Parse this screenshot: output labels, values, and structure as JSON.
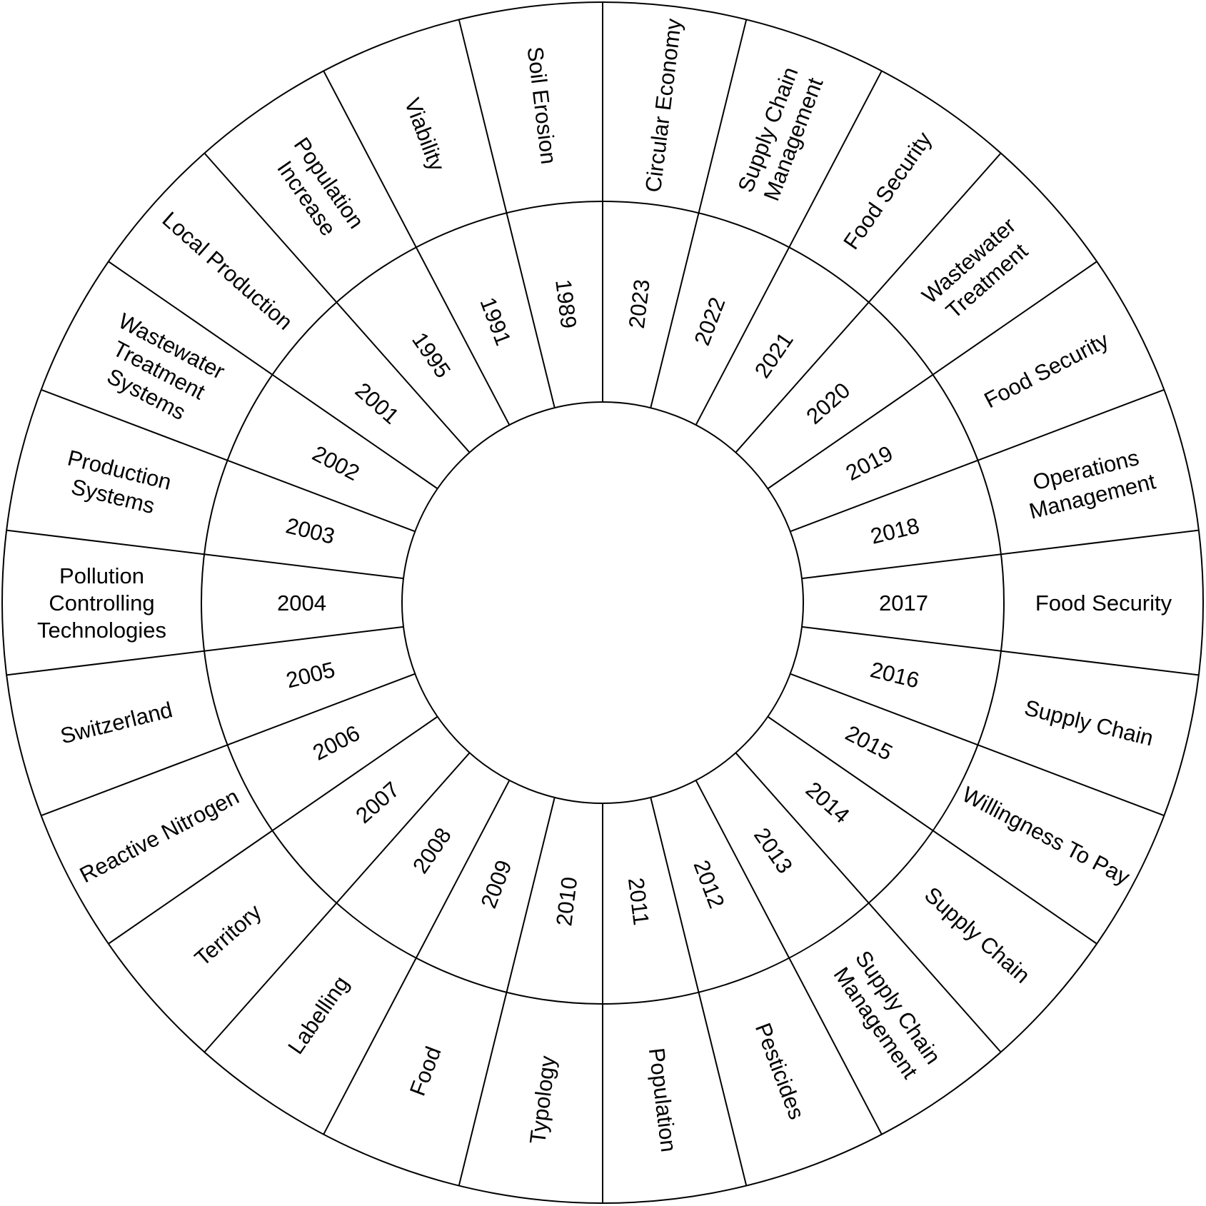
{
  "colors": {
    "line": "#000000",
    "background": "#ffffff"
  },
  "segments": [
    {
      "year": "2023",
      "label": [
        "Circular Economy"
      ]
    },
    {
      "year": "2022",
      "label": [
        "Supply Chain",
        "Management"
      ]
    },
    {
      "year": "2021",
      "label": [
        "Food Security"
      ]
    },
    {
      "year": "2020",
      "label": [
        "Wastewater",
        "Treatment"
      ]
    },
    {
      "year": "2019",
      "label": [
        "Food Security"
      ]
    },
    {
      "year": "2018",
      "label": [
        "Operations",
        "Management"
      ]
    },
    {
      "year": "2017",
      "label": [
        "Food Security"
      ]
    },
    {
      "year": "2016",
      "label": [
        "Supply Chain"
      ]
    },
    {
      "year": "2015",
      "label": [
        "Willingness To Pay"
      ]
    },
    {
      "year": "2014",
      "label": [
        "Supply Chain"
      ]
    },
    {
      "year": "2013",
      "label": [
        "Supply Chain",
        "Management"
      ]
    },
    {
      "year": "2012",
      "label": [
        "Pesticides"
      ]
    },
    {
      "year": "2011",
      "label": [
        "Population"
      ]
    },
    {
      "year": "2010",
      "label": [
        "Typology"
      ]
    },
    {
      "year": "2009",
      "label": [
        "Food"
      ]
    },
    {
      "year": "2008",
      "label": [
        "Labelling"
      ]
    },
    {
      "year": "2007",
      "label": [
        "Territory"
      ]
    },
    {
      "year": "2006",
      "label": [
        "Reactive Nitrogen"
      ]
    },
    {
      "year": "2005",
      "label": [
        "Switzerland"
      ]
    },
    {
      "year": "2004",
      "label": [
        "Pollution",
        "Controlling",
        "Technologies"
      ]
    },
    {
      "year": "2003",
      "label": [
        "Production",
        "Systems"
      ]
    },
    {
      "year": "2002",
      "label": [
        "Wastewater",
        "Treatment",
        "Systems"
      ]
    },
    {
      "year": "2001",
      "label": [
        "Local Production"
      ]
    },
    {
      "year": "1995",
      "label": [
        "Population",
        "Increase"
      ]
    },
    {
      "year": "1991",
      "label": [
        "Viability"
      ]
    },
    {
      "year": "1989",
      "label": [
        "Soil Erosion"
      ]
    }
  ]
}
